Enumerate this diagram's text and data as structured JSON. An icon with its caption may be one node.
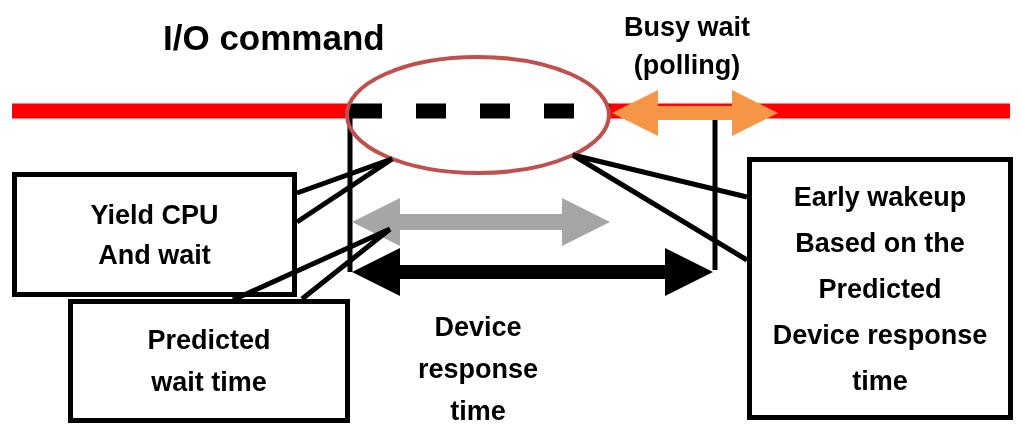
{
  "diagram": {
    "title": "I/O command",
    "nodes": [
      {
        "text": [],
        "shape": "ellipse"
      },
      {
        "text": [
          "Yield CPU And wait"
        ]
      },
      {
        "text": [
          "Predicted wait time"
        ]
      },
      {
        "text": [
          "Early wakeup Based on the Predicted Device response time"
        ]
      }
    ],
    "edges": [
      {
        "from": 1,
        "to": 0,
        "arrow": "none"
      },
      {
        "from": 2,
        "to": null,
        "arrow": "none"
      },
      {
        "from": 3,
        "to": 0,
        "arrow": "none"
      }
    ],
    "labels": [
      "Busy wait (polling)",
      "Device response time"
    ]
  }
}
